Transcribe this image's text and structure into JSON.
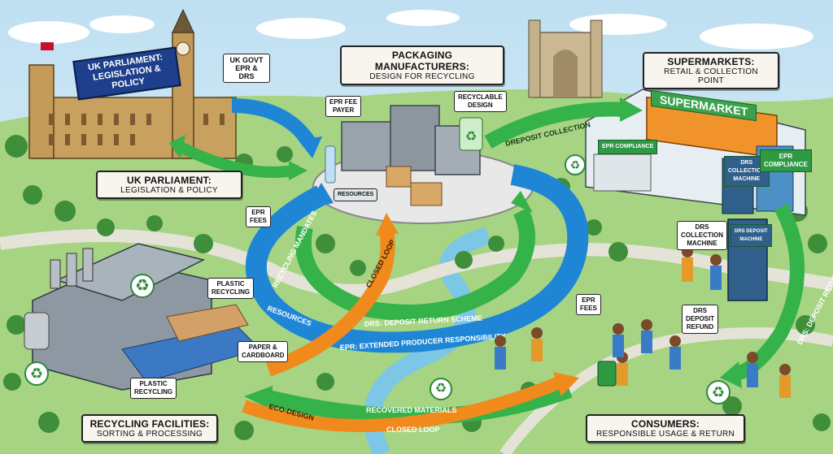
{
  "labels": {
    "parliament_banner": "UK PARLIAMENT:\nLEGISLATION & POLICY",
    "govt_tag": "UK GOVT\nEPR & DRS",
    "parliament_title": "UK PARLIAMENT:",
    "parliament_sub": "LEGISLATION & POLICY",
    "packaging_title": "PACKAGING MANUFACTURERS:",
    "packaging_sub": "DESIGN FOR RECYCLING",
    "supermarkets_title": "SUPERMARKETS:",
    "supermarkets_sub": "RETAIL & COLLECTION POINT",
    "recycling_title": "RECYCLING FACILITIES:",
    "recycling_sub": "SORTING & PROCESSING",
    "consumers_title": "CONSUMERS:",
    "consumers_sub": "RESPONSIBLE USAGE & RETURN"
  },
  "callouts": {
    "epr_fee_payer": "EPR FEE\nPAYER",
    "recyclable_design": "RECYCLABLE\nDESIGN",
    "epr_fees_left": "EPR\nFEES",
    "plastic_recycling_top": "PLASTIC\nRECYCLING",
    "paper_cardboard": "PAPER &\nCARDBOARD",
    "plastic_recycling_bottom": "PLASTIC\nRECYCLING",
    "epr_fees_consumers": "EPR\nFEES",
    "drs_collection_machine": "DRS\nCOLLECTION\nMACHINE",
    "drs_deposit_refund": "DRS\nDEPOSIT\nREFUND",
    "resources_tag": "RESOURCES"
  },
  "signs": {
    "supermarket": "SUPERMARKET",
    "epr_compliance_shelf": "EPR COMPLIANCE",
    "drs_collection_machine": "DRS\nCOLLECTION\nMACHINE",
    "epr_compliance_wall": "EPR\nCOMPLIANCE",
    "drs_deposit_machine": "DRS DEPOSIT\nMACHINE"
  },
  "arrows": {
    "recycling_mandates": "RECYCLING MANDATES",
    "closed_loop_orange": "CLOSED LOOP",
    "drs_deposit_return_scheme": "DRS: DEPOSIT RETURN SCHEME",
    "resources": "RESOURCES",
    "epr_extended": "EPR: EXTENDED PRODUCER RESPONSIBILITY",
    "deposit_collection": "DREPOSIT COLLECTION",
    "recovered_materials": "RECOVERED MATERIALS",
    "eco_design": "ECO-DESIGN",
    "closed_loop_bottom": "CLOSED LOOP",
    "drs_return": "DRS: DEPOSIT RETURN"
  },
  "colors": {
    "blue_flow": "#1f86d6",
    "green_flow": "#35b24a",
    "orange_flow": "#f08a1c",
    "label_bg": "#f7f5ee",
    "grass": "#9fd07a",
    "supermarket_orange": "#f0932b"
  }
}
